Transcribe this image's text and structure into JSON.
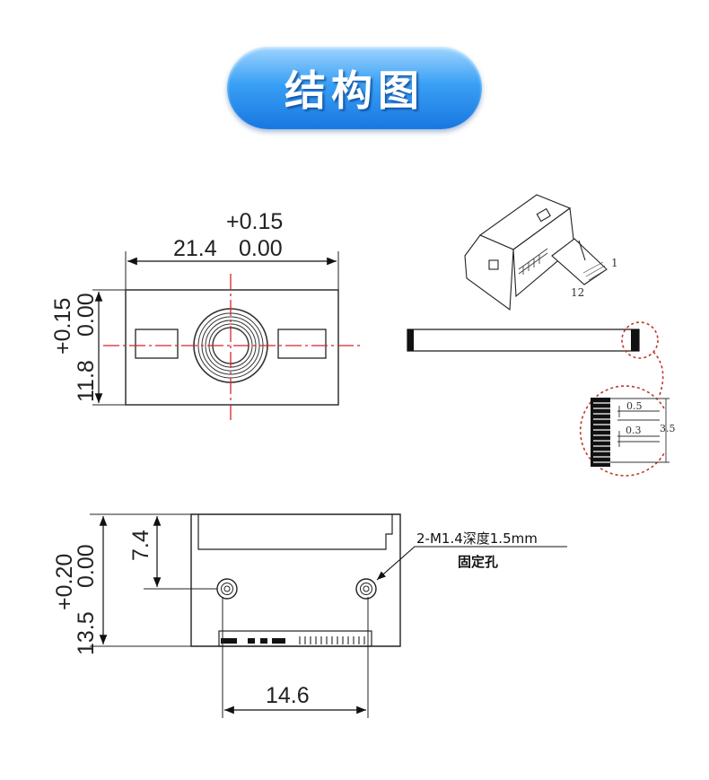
{
  "title": "结构图",
  "top_view": {
    "width_tol_upper": "+0.15",
    "width_value": "21.4",
    "width_tol_lower": "0.00",
    "height_tol_upper": "+0.15",
    "height_tol_lower": "0.00",
    "height_value": "11.8"
  },
  "iso_view": {
    "pin_first": "1",
    "pin_last": "12"
  },
  "connector_detail": {
    "pitch": "0.5",
    "pin_width": "0.3",
    "length": "3.5"
  },
  "bottom_view": {
    "hole_offset": "7.4",
    "height_tol_upper": "+0.20",
    "height_tol_lower": "0.00",
    "height_value": "13.5",
    "hole_spacing": "14.6",
    "hole_note_line1": "2-M1.4深度1.5mm",
    "hole_note_line2": "固定孔"
  },
  "colors": {
    "banner_top": "#9fd5ff",
    "banner_bottom": "#1877e0",
    "centerline": "#d8232a",
    "detail_circle": "#c0392b"
  }
}
